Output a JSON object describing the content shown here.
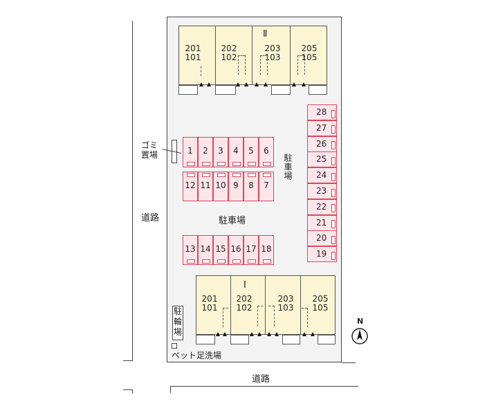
{
  "roads": {
    "west_label": "道路",
    "south_label": "道路"
  },
  "building_2": {
    "name": "Ⅱ",
    "units": [
      {
        "upper": "201",
        "lower": "101"
      },
      {
        "upper": "202",
        "lower": "102"
      },
      {
        "upper": "203",
        "lower": "103"
      },
      {
        "upper": "205",
        "lower": "105"
      }
    ]
  },
  "building_1": {
    "name": "Ⅰ",
    "units": [
      {
        "upper": "201",
        "lower": "101"
      },
      {
        "upper": "202",
        "lower": "102"
      },
      {
        "upper": "203",
        "lower": "103"
      },
      {
        "upper": "205",
        "lower": "105"
      }
    ]
  },
  "parking": {
    "center_label": "駐車場",
    "side_label": "駐車場",
    "row_a": [
      "1",
      "2",
      "3",
      "4",
      "5",
      "6"
    ],
    "row_b": [
      "12",
      "11",
      "10",
      "9",
      "8",
      "7"
    ],
    "row_c": [
      "13",
      "14",
      "15",
      "16",
      "17",
      "18"
    ],
    "column_east": [
      "28",
      "27",
      "26",
      "25",
      "24",
      "23",
      "22",
      "21",
      "20",
      "19"
    ]
  },
  "facilities": {
    "garbage": "ゴミ置場",
    "bicycle": "駐輪場",
    "pet_wash": "ペット足洗場"
  },
  "compass": {
    "label": "N"
  }
}
